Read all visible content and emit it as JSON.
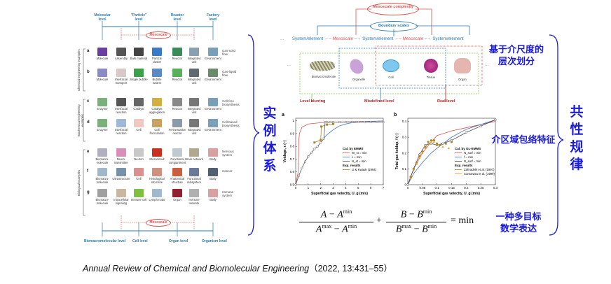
{
  "left_panel": {
    "top_levels": [
      "Molecular level",
      "\"Particle\" level",
      "Reactor level",
      "Factory level"
    ],
    "bottom_levels": [
      "Biomacromolecular level",
      "Cell level",
      "Organ level",
      "Organism level"
    ],
    "mesoscale_label": "Mesoscale",
    "groups": [
      {
        "label": "Chemical engineering examples"
      },
      {
        "label": "Biochemical engineering examples"
      },
      {
        "label": "Biological examples"
      }
    ],
    "rows": [
      {
        "letter": "a",
        "system": "Gas-solid flow",
        "items": [
          "Molecule",
          "Assembly",
          "Bulk material",
          "Particle cluster",
          "Reactor",
          "Integrated unit",
          "Environment"
        ]
      },
      {
        "letter": "b",
        "system": "Gas-liquid flow",
        "items": [
          "Molecule",
          "Interfacial transport",
          "Single bubble",
          "Bubble swarm",
          "Reactor",
          "Integrated unit",
          "Environment"
        ]
      },
      {
        "letter": "c",
        "system": "Cell-free biosynthesis",
        "items": [
          "Enzyme",
          "Interfacial reaction",
          "Catalyst",
          "Catalyst aggregation",
          "Reactor",
          "Integrated unit",
          "Environment"
        ]
      },
      {
        "letter": "d",
        "system": "Cell-based biosynthesis",
        "items": [
          "Enzyme",
          "Interfacial reaction",
          "Cell",
          "Cell flocculation",
          "Fermentation reactor",
          "Integrated unit",
          "Environment"
        ]
      },
      {
        "letter": "e",
        "system": "Nervous system",
        "items": [
          "Biomacro-molecule",
          "Neuro-transmitter",
          "Neuron",
          "Microcircuit",
          "Functional compartment",
          "Brain network",
          "Body"
        ]
      },
      {
        "letter": "f",
        "system": "Cancer",
        "items": [
          "Biomacro-molecule",
          "Ultrastructure",
          "Cell",
          "Histological structure",
          "Anatomical structure",
          "Functional subsystem",
          "Body"
        ]
      },
      {
        "letter": "g",
        "system": "Immune system",
        "items": [
          "Biomacro-molecule",
          "Intracellular signaling",
          "Immune cell",
          "Lymph node",
          "Organ",
          "Immune network",
          "Body"
        ]
      }
    ]
  },
  "left_brace_label": "实例体系",
  "right_panel": {
    "complexity_label": "Mesoscale complexity",
    "boundary_label": "Boundary scales",
    "chain": [
      "System/element",
      "Mesoscale",
      "System/element",
      "Mesoscale",
      "System/element"
    ],
    "ellipsis": "...",
    "organisms": [
      "Biomacromolecule",
      "Organelle",
      "Cell",
      "Tissue",
      "Organ"
    ],
    "outcomes": [
      "Level blurring",
      "Misdefined level",
      "Real level"
    ]
  },
  "annotations": {
    "level_division": "基于介尺度的层次划分",
    "envelope": "介区域包络特征",
    "multiobjective_1": "一种多目标",
    "multiobjective_2": "数学表达",
    "common_law": "共性规律"
  },
  "equation": {
    "A": "A",
    "B": "B",
    "min": "min",
    "max": "max",
    "minus": "−",
    "plus": "+",
    "equals": "=",
    "rhs": "min"
  },
  "citation": {
    "journal": "Annual Review of Chemical and Biomolecular Engineering",
    "details": "（2022, 13:431–55）"
  },
  "chart_data": [
    {
      "type": "line",
      "panel": "a",
      "title": "a",
      "xlabel": "Superficial gas velocity, U_g (m/s)",
      "ylabel": "Voidage, ε (–)",
      "xlim": [
        0,
        7
      ],
      "ylim": [
        0.5,
        1.02
      ],
      "xticks": [
        0,
        1,
        2,
        3,
        4,
        5,
        6,
        7
      ],
      "yticks": [
        0.5,
        0.6,
        0.7,
        0.8,
        0.9,
        1.0
      ],
      "legend_title_1": "Cal. by EMMS",
      "legend_title_2": "Exp. results",
      "legend_position": "bottom-right",
      "series": [
        {
          "name": "W_st = min",
          "color": "#d9534f",
          "x": [
            0,
            0.2,
            0.25,
            0.3,
            0.5,
            1,
            2,
            3,
            4,
            5,
            6,
            7
          ],
          "y": [
            0.5,
            0.6,
            0.85,
            0.9,
            0.95,
            0.975,
            0.985,
            0.99,
            0.992,
            0.994,
            0.996,
            0.998
          ]
        },
        {
          "name": "ε = min",
          "color": "#3a6fc4",
          "x": [
            2.2,
            2.5,
            3,
            3.5,
            4,
            4.5,
            5,
            6,
            7
          ],
          "y": [
            0.86,
            0.89,
            0.93,
            0.96,
            0.975,
            0.985,
            0.99,
            0.995,
            0.998
          ]
        },
        {
          "name": "N_st = min",
          "color": "#555555",
          "marker": "open-circle",
          "x": [
            0,
            0.25,
            0.5,
            0.75,
            1,
            1.25,
            1.5,
            1.75,
            2,
            2.25,
            2.35,
            2.5,
            2.75,
            3,
            3.5,
            4,
            4.5,
            5,
            5.5,
            6,
            6.5,
            7
          ],
          "y": [
            0.5,
            0.57,
            0.63,
            0.68,
            0.72,
            0.75,
            0.78,
            0.8,
            0.83,
            0.86,
            0.99,
            0.99,
            0.99,
            0.99,
            0.99,
            0.99,
            0.99,
            0.99,
            0.99,
            0.99,
            0.99,
            0.99
          ]
        },
        {
          "name": "Li & Kwauk (1994)",
          "color": "#a8842a",
          "marker": "filled-square",
          "x": [
            1.5,
            2.0,
            2.05,
            2.5,
            3.0
          ],
          "y": [
            0.83,
            0.85,
            0.955,
            0.97,
            0.975
          ]
        }
      ]
    },
    {
      "type": "line",
      "panel": "b",
      "title": "b",
      "xlabel": "Superficial gas velocity, U_g (m/s)",
      "ylabel": "Total gas holdup, f (–)",
      "xlim": [
        0,
        0.3
      ],
      "ylim": [
        0,
        0.42
      ],
      "xticks": [
        0,
        0.05,
        0.1,
        0.15,
        0.2,
        0.25,
        0.3
      ],
      "yticks": [
        0,
        0.1,
        0.2,
        0.3,
        0.4
      ],
      "legend_title_1": "Cal. by GL-EMMS",
      "legend_title_2": "Exp. results",
      "legend_position": "bottom-right",
      "series": [
        {
          "name": "N_surf = min",
          "color": "#d9534f",
          "x": [
            0,
            0.02,
            0.05,
            0.08,
            0.1,
            0.15,
            0.2,
            0.25,
            0.3
          ],
          "y": [
            0,
            0.1,
            0.2,
            0.27,
            0.31,
            0.34,
            0.36,
            0.38,
            0.4
          ]
        },
        {
          "name": "f = min",
          "color": "#3a6fc4",
          "x": [
            0,
            0.02,
            0.05,
            0.08,
            0.1,
            0.15,
            0.2,
            0.25,
            0.3
          ],
          "y": [
            0,
            0.07,
            0.14,
            0.2,
            0.23,
            0.3,
            0.35,
            0.38,
            0.41
          ]
        },
        {
          "name": "N_surf = min",
          "color": "#444444",
          "marker": "open-circle",
          "x": [
            0,
            0.02,
            0.04,
            0.06,
            0.08,
            0.1,
            0.12,
            0.15,
            0.2,
            0.25,
            0.3
          ],
          "y": [
            0,
            0.1,
            0.19,
            0.25,
            0.26,
            0.25,
            0.26,
            0.28,
            0.33,
            0.37,
            0.41
          ]
        },
        {
          "name": "Zahradník et al. (1997)",
          "color": "#a8842a",
          "marker": "filled-circle",
          "x": [
            0.01,
            0.02,
            0.03,
            0.04,
            0.05,
            0.06,
            0.07,
            0.08,
            0.09,
            0.1,
            0.11,
            0.13,
            0.15
          ],
          "y": [
            0.05,
            0.1,
            0.14,
            0.18,
            0.21,
            0.24,
            0.27,
            0.28,
            0.28,
            0.26,
            0.25,
            0.26,
            0.27
          ]
        },
        {
          "name": "Camarasa et al. (1999)",
          "color": "#f0a020",
          "marker": "triangle",
          "x": [
            0.01,
            0.02,
            0.03,
            0.04,
            0.05,
            0.06,
            0.07,
            0.08,
            0.09,
            0.1,
            0.12,
            0.14
          ],
          "y": [
            0.04,
            0.09,
            0.13,
            0.17,
            0.2,
            0.23,
            0.26,
            0.27,
            0.27,
            0.25,
            0.24,
            0.23
          ]
        }
      ]
    }
  ]
}
